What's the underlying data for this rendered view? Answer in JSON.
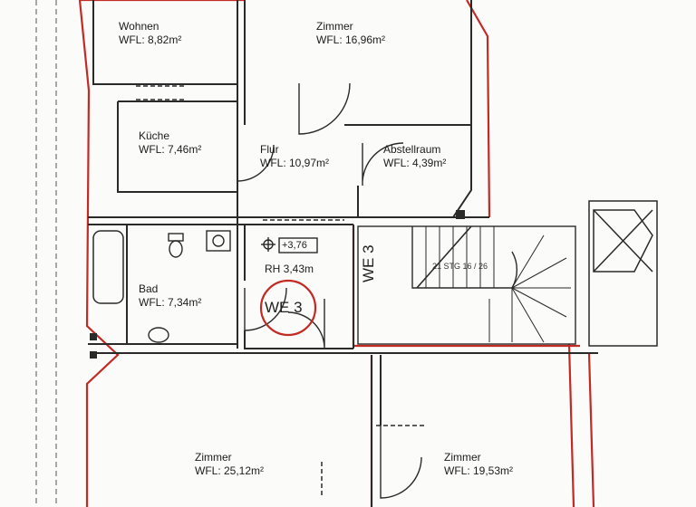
{
  "colors": {
    "outline": "#c22a26",
    "wall": "#2a2a2a",
    "paper": "#fbfbf9"
  },
  "rooms": [
    {
      "name": "Wohnen",
      "area": "WFL: 8,82m²"
    },
    {
      "name": "Zimmer",
      "area": "WFL: 16,96m²"
    },
    {
      "name": "Küche",
      "area": "WFL: 7,46m²"
    },
    {
      "name": "Flur",
      "area": "WFL: 10,97m²"
    },
    {
      "name": "Abstellraum",
      "area": "WFL: 4,39m²"
    },
    {
      "name": "Bad",
      "area": "WFL: 7,34m²"
    },
    {
      "name": "Zimmer",
      "area": "WFL: 25,12m²"
    },
    {
      "name": "Zimmer",
      "area": "WFL: 19,53m²"
    }
  ],
  "level": "+3,76",
  "ceiling_height": "RH 3,43m",
  "unit_label": "WE 3",
  "stair_label": "21 STG 16 / 26",
  "icons": [
    "level-marker-icon",
    "toilet-icon",
    "sink-icon",
    "bathtub-icon",
    "door-swing-icon",
    "north-arrow-icon"
  ]
}
